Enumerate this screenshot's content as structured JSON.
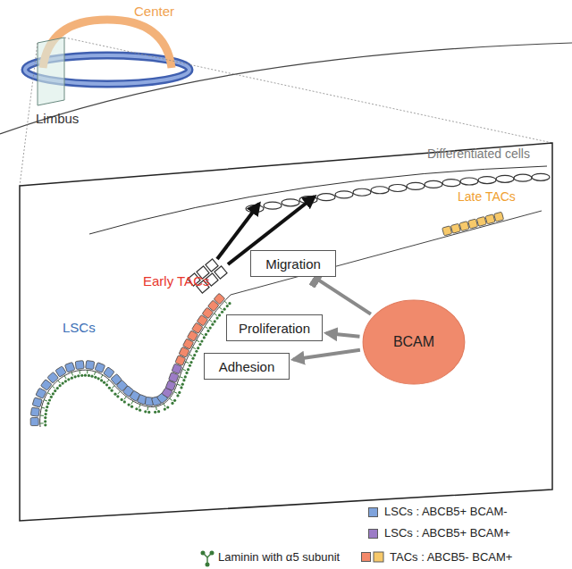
{
  "diagram": {
    "nodes": [
      {
        "text": [
          "Migration"
        ]
      },
      {
        "text": [
          "Proliferation"
        ]
      },
      {
        "text": [
          "Adhesion"
        ]
      },
      {
        "text": [
          "BCAM"
        ]
      }
    ],
    "edges": [
      {
        "from": 3,
        "to": 0,
        "arrow": "to"
      },
      {
        "from": 3,
        "to": 1,
        "arrow": "to"
      },
      {
        "from": 3,
        "to": 2,
        "arrow": "to"
      }
    ],
    "labels": [
      "Center",
      "Limbus",
      "Differentiated cells",
      "Late TACs",
      "Early TACs",
      "LSCs"
    ],
    "legend": [
      {
        "text": "LSCs : ABCB5+ BCAM-",
        "color": "#7fa3dc"
      },
      {
        "text": "LSCs : ABCB5+ BCAM+",
        "color": "#9c7cc6"
      },
      {
        "text": "Laminin with α5 subunit"
      },
      {
        "text": "TACs : ABCB5- BCAM+",
        "color": "#f3896b"
      }
    ]
  }
}
